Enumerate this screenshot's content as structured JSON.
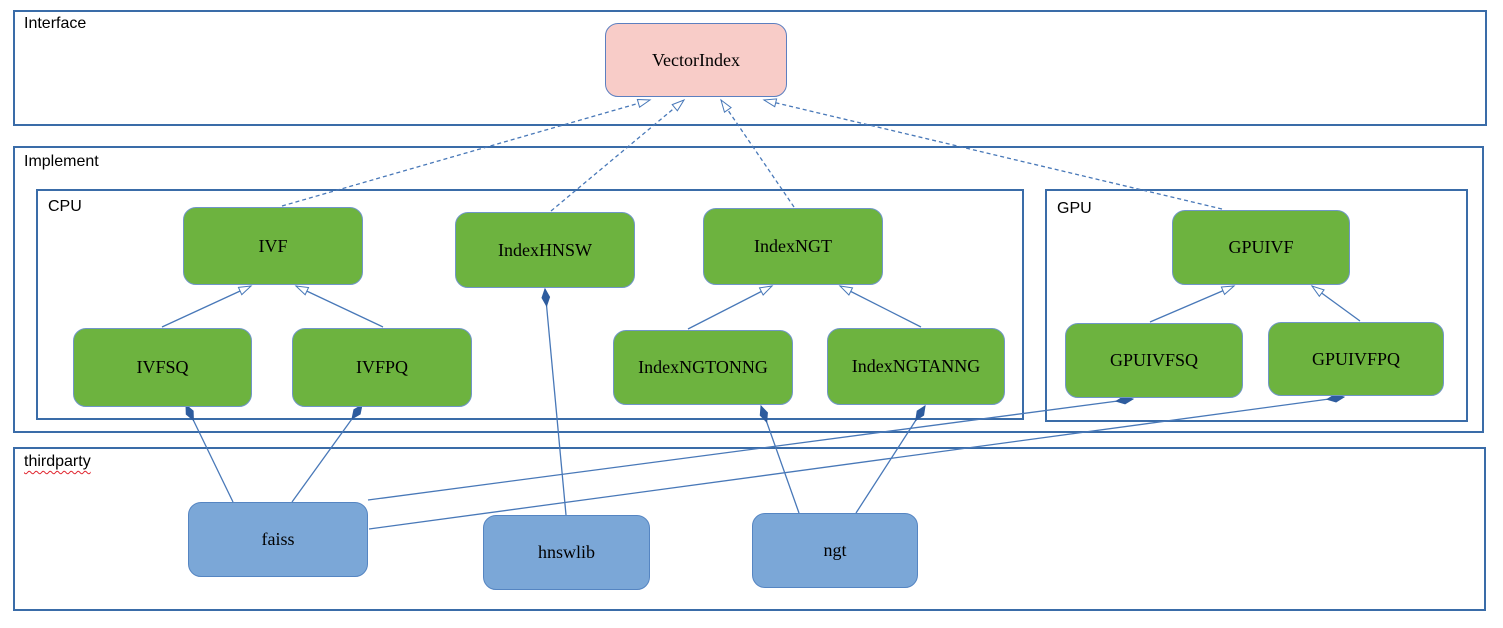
{
  "diagram": {
    "containers": {
      "interface": {
        "label": "Interface"
      },
      "implement": {
        "label": "Implement"
      },
      "cpu": {
        "label": "CPU"
      },
      "gpu": {
        "label": "GPU"
      },
      "thirdparty": {
        "label": "thirdparty",
        "spellcheck_squiggle": true
      }
    },
    "nodes": {
      "vectorindex": {
        "label": "VectorIndex",
        "group": "interface"
      },
      "ivf": {
        "label": "IVF",
        "group": "cpu"
      },
      "indexhnsw": {
        "label": "IndexHNSW",
        "group": "cpu"
      },
      "indexngt": {
        "label": "IndexNGT",
        "group": "cpu"
      },
      "ivfsq": {
        "label": "IVFSQ",
        "group": "cpu"
      },
      "ivfpq": {
        "label": "IVFPQ",
        "group": "cpu"
      },
      "indexngtonng": {
        "label": "IndexNGTONNG",
        "group": "cpu"
      },
      "indexngtanng": {
        "label": "IndexNGTANNG",
        "group": "cpu"
      },
      "gpuivf": {
        "label": "GPUIVF",
        "group": "gpu"
      },
      "gpuivfsq": {
        "label": "GPUIVFSQ",
        "group": "gpu"
      },
      "gpuivfpq": {
        "label": "GPUIVFPQ",
        "group": "gpu"
      },
      "faiss": {
        "label": "faiss",
        "group": "thirdparty"
      },
      "hnswlib": {
        "label": "hnswlib",
        "group": "thirdparty"
      },
      "ngt": {
        "label": "ngt",
        "group": "thirdparty"
      }
    },
    "edges": [
      {
        "from": "IVF",
        "to": "VectorIndex",
        "type": "realization",
        "style": "dashed",
        "marker": "hollow-triangle"
      },
      {
        "from": "IndexHNSW",
        "to": "VectorIndex",
        "type": "realization",
        "style": "dashed",
        "marker": "hollow-triangle"
      },
      {
        "from": "IndexNGT",
        "to": "VectorIndex",
        "type": "realization",
        "style": "dashed",
        "marker": "hollow-triangle"
      },
      {
        "from": "GPUIVF",
        "to": "VectorIndex",
        "type": "realization",
        "style": "dashed",
        "marker": "hollow-triangle"
      },
      {
        "from": "IVFSQ",
        "to": "IVF",
        "type": "generalization",
        "style": "solid",
        "marker": "hollow-triangle"
      },
      {
        "from": "IVFPQ",
        "to": "IVF",
        "type": "generalization",
        "style": "solid",
        "marker": "hollow-triangle"
      },
      {
        "from": "IndexNGTONNG",
        "to": "IndexNGT",
        "type": "generalization",
        "style": "solid",
        "marker": "hollow-triangle"
      },
      {
        "from": "IndexNGTANNG",
        "to": "IndexNGT",
        "type": "generalization",
        "style": "solid",
        "marker": "hollow-triangle"
      },
      {
        "from": "GPUIVFSQ",
        "to": "GPUIVF",
        "type": "generalization",
        "style": "solid",
        "marker": "hollow-triangle"
      },
      {
        "from": "GPUIVFPQ",
        "to": "GPUIVF",
        "type": "generalization",
        "style": "solid",
        "marker": "hollow-triangle"
      },
      {
        "from": "faiss",
        "to": "IVFSQ",
        "type": "composition",
        "style": "solid",
        "marker": "filled-diamond"
      },
      {
        "from": "faiss",
        "to": "IVFPQ",
        "type": "composition",
        "style": "solid",
        "marker": "filled-diamond"
      },
      {
        "from": "faiss",
        "to": "GPUIVFSQ",
        "type": "composition",
        "style": "solid",
        "marker": "filled-diamond"
      },
      {
        "from": "faiss",
        "to": "GPUIVFPQ",
        "type": "composition",
        "style": "solid",
        "marker": "filled-diamond"
      },
      {
        "from": "hnswlib",
        "to": "IndexHNSW",
        "type": "composition",
        "style": "solid",
        "marker": "filled-diamond"
      },
      {
        "from": "ngt",
        "to": "IndexNGTONNG",
        "type": "composition",
        "style": "solid",
        "marker": "filled-diamond"
      },
      {
        "from": "ngt",
        "to": "IndexNGTANNG",
        "type": "composition",
        "style": "solid",
        "marker": "filled-diamond"
      }
    ],
    "colors": {
      "interface_node_fill": "#f8ccc8",
      "implementation_node_fill": "#6db33f",
      "thirdparty_node_fill": "#7ba7d7",
      "container_border": "#3a6ca8",
      "edge_line": "#4878b8",
      "composition_diamond_fill": "#2e5c9e",
      "spellcheck_squiggle": "#e0232d",
      "node_text": "#000000"
    }
  }
}
